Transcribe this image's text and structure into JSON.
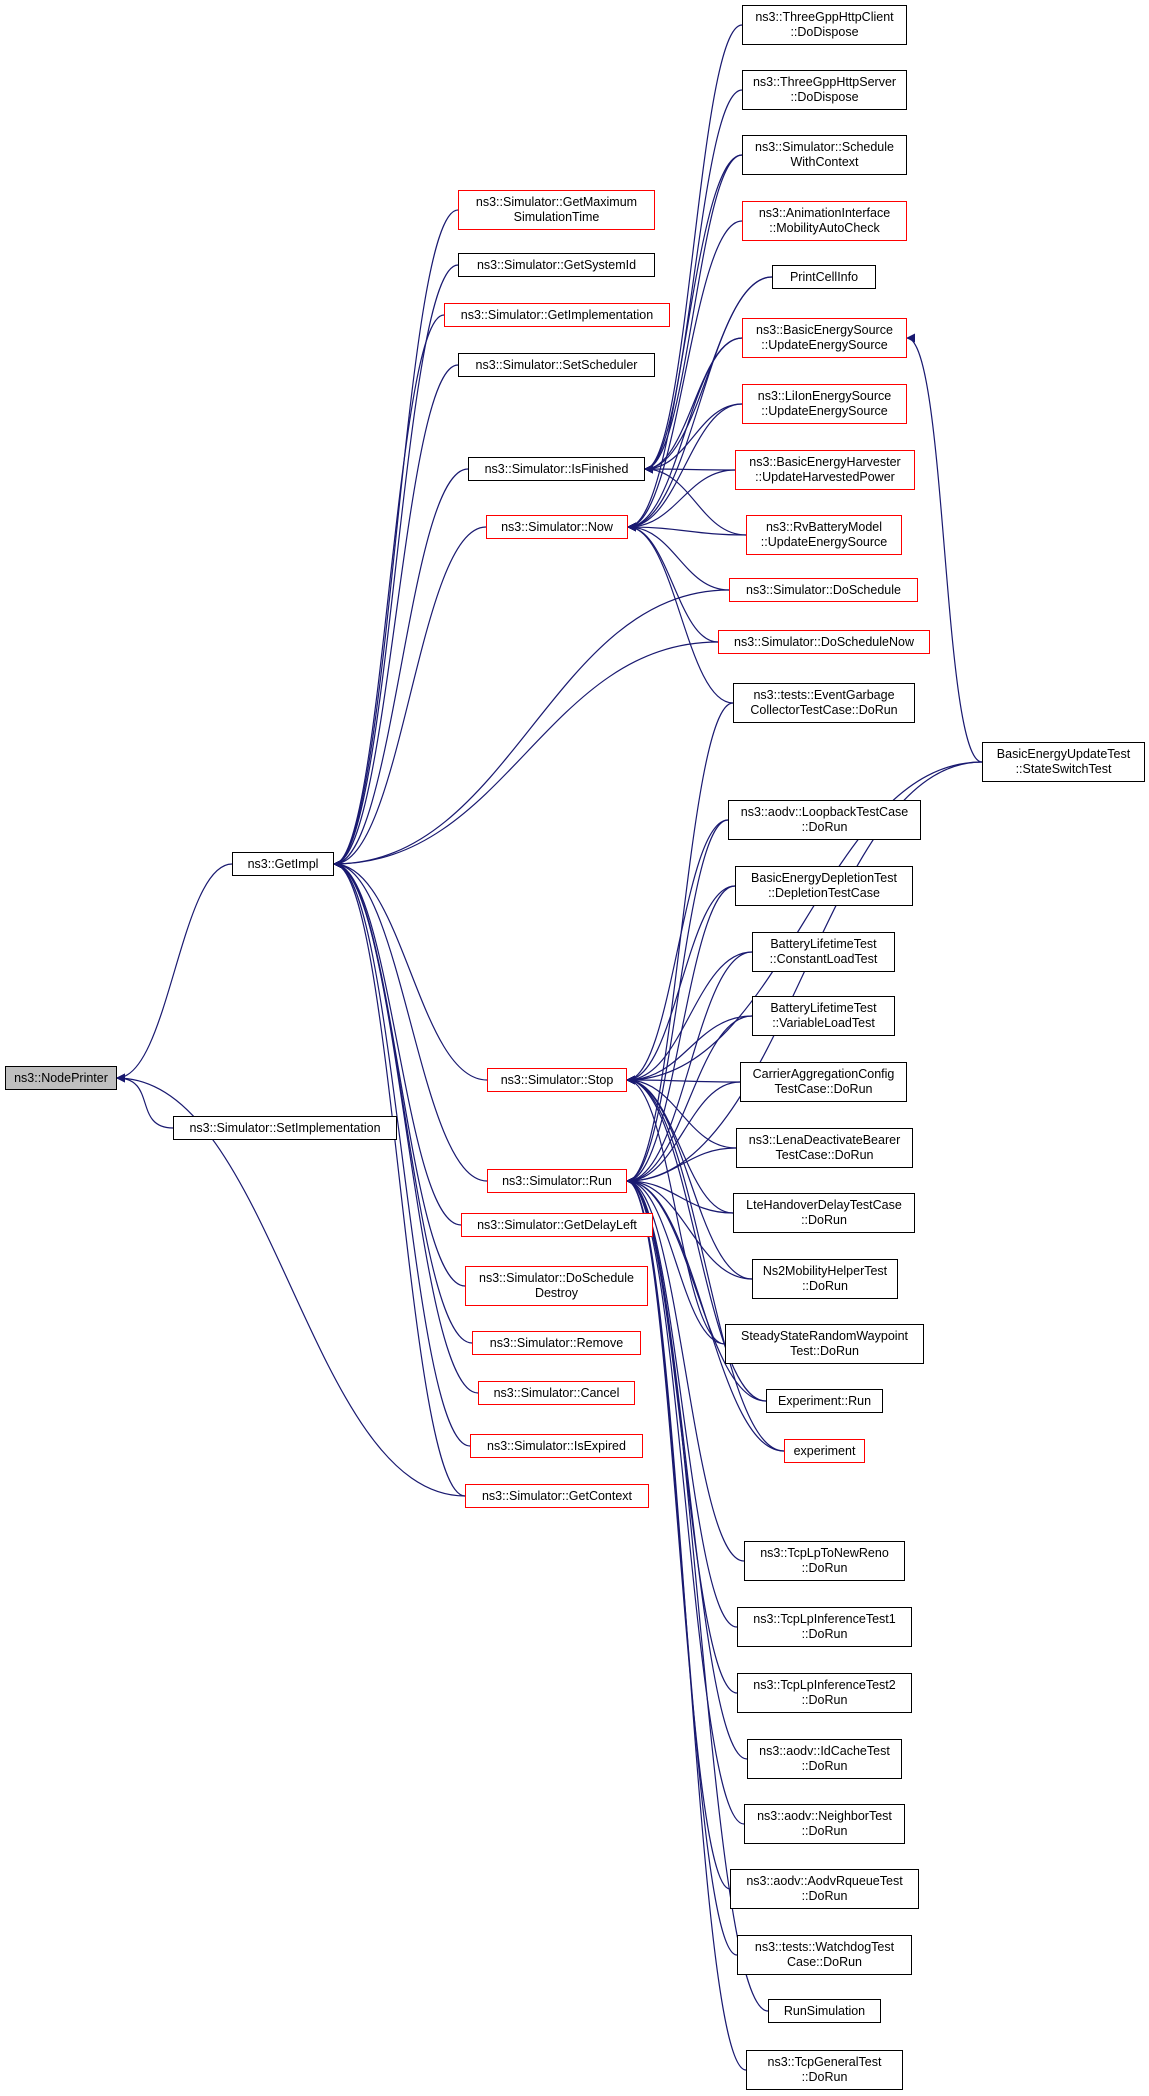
{
  "colors": {
    "edge": "#191970",
    "node_border": "#000000",
    "truncated_border": "#ff0000",
    "focus_fill": "#bfbfbf"
  },
  "nodes": [
    {
      "id": "nodeprinter",
      "label": [
        "ns3::NodePrinter"
      ],
      "status": "focus"
    },
    {
      "id": "getimpl",
      "label": [
        "ns3::GetImpl"
      ],
      "status": "normal"
    },
    {
      "id": "setimplementation",
      "label": [
        "ns3::Simulator::SetImplementation"
      ],
      "status": "normal"
    },
    {
      "id": "getmaximumsimulationtime",
      "label": [
        "ns3::Simulator::GetMaximum",
        "SimulationTime"
      ],
      "status": "truncated"
    },
    {
      "id": "getsystemid",
      "label": [
        "ns3::Simulator::GetSystemId"
      ],
      "status": "normal"
    },
    {
      "id": "getimplementation",
      "label": [
        "ns3::Simulator::GetImplementation"
      ],
      "status": "truncated"
    },
    {
      "id": "setscheduler",
      "label": [
        "ns3::Simulator::SetScheduler"
      ],
      "status": "normal"
    },
    {
      "id": "isfinished",
      "label": [
        "ns3::Simulator::IsFinished"
      ],
      "status": "normal"
    },
    {
      "id": "now",
      "label": [
        "ns3::Simulator::Now"
      ],
      "status": "truncated"
    },
    {
      "id": "stop",
      "label": [
        "ns3::Simulator::Stop"
      ],
      "status": "truncated"
    },
    {
      "id": "run",
      "label": [
        "ns3::Simulator::Run"
      ],
      "status": "truncated"
    },
    {
      "id": "getdelayleft",
      "label": [
        "ns3::Simulator::GetDelayLeft"
      ],
      "status": "truncated"
    },
    {
      "id": "doscheduledestroy",
      "label": [
        "ns3::Simulator::DoSchedule",
        "Destroy"
      ],
      "status": "truncated"
    },
    {
      "id": "remove",
      "label": [
        "ns3::Simulator::Remove"
      ],
      "status": "truncated"
    },
    {
      "id": "cancel",
      "label": [
        "ns3::Simulator::Cancel"
      ],
      "status": "truncated"
    },
    {
      "id": "isexpired",
      "label": [
        "ns3::Simulator::IsExpired"
      ],
      "status": "truncated"
    },
    {
      "id": "getcontext",
      "label": [
        "ns3::Simulator::GetContext"
      ],
      "status": "truncated"
    },
    {
      "id": "threegpphttpclient",
      "label": [
        "ns3::ThreeGppHttpClient",
        "::DoDispose"
      ],
      "status": "normal"
    },
    {
      "id": "threegpphttpserver",
      "label": [
        "ns3::ThreeGppHttpServer",
        "::DoDispose"
      ],
      "status": "normal"
    },
    {
      "id": "schedulewithcontext",
      "label": [
        "ns3::Simulator::Schedule",
        "WithContext"
      ],
      "status": "normal"
    },
    {
      "id": "mobilityautocheck",
      "label": [
        "ns3::AnimationInterface",
        "::MobilityAutoCheck"
      ],
      "status": "truncated"
    },
    {
      "id": "printcellinfo",
      "label": [
        "PrintCellInfo"
      ],
      "status": "normal"
    },
    {
      "id": "basicenergysource",
      "label": [
        "ns3::BasicEnergySource",
        "::UpdateEnergySource"
      ],
      "status": "truncated"
    },
    {
      "id": "lionenergysource",
      "label": [
        "ns3::LiIonEnergySource",
        "::UpdateEnergySource"
      ],
      "status": "truncated"
    },
    {
      "id": "basicenergyharvester",
      "label": [
        "ns3::BasicEnergyHarvester",
        "::UpdateHarvestedPower"
      ],
      "status": "truncated"
    },
    {
      "id": "rvbatterymodel",
      "label": [
        "ns3::RvBatteryModel",
        "::UpdateEnergySource"
      ],
      "status": "truncated"
    },
    {
      "id": "doschedule",
      "label": [
        "ns3::Simulator::DoSchedule"
      ],
      "status": "truncated"
    },
    {
      "id": "doschedulenow",
      "label": [
        "ns3::Simulator::DoScheduleNow"
      ],
      "status": "truncated"
    },
    {
      "id": "eventgarbage",
      "label": [
        "ns3::tests::EventGarbage",
        "CollectorTestCase::DoRun"
      ],
      "status": "normal"
    },
    {
      "id": "stateswitchtest",
      "label": [
        "BasicEnergyUpdateTest",
        "::StateSwitchTest"
      ],
      "status": "normal"
    },
    {
      "id": "loopbacktestcase",
      "label": [
        "ns3::aodv::LoopbackTestCase",
        "::DoRun"
      ],
      "status": "normal"
    },
    {
      "id": "depletiontestcase",
      "label": [
        "BasicEnergyDepletionTest",
        "::DepletionTestCase"
      ],
      "status": "normal"
    },
    {
      "id": "constantloadtest",
      "label": [
        "BatteryLifetimeTest",
        "::ConstantLoadTest"
      ],
      "status": "normal"
    },
    {
      "id": "variableloadtest",
      "label": [
        "BatteryLifetimeTest",
        "::VariableLoadTest"
      ],
      "status": "normal"
    },
    {
      "id": "carrieraggregation",
      "label": [
        "CarrierAggregationConfig",
        "TestCase::DoRun"
      ],
      "status": "normal"
    },
    {
      "id": "lenadeactivate",
      "label": [
        "ns3::LenaDeactivateBearer",
        "TestCase::DoRun"
      ],
      "status": "normal"
    },
    {
      "id": "ltehandover",
      "label": [
        "LteHandoverDelayTestCase",
        "::DoRun"
      ],
      "status": "normal"
    },
    {
      "id": "ns2mobility",
      "label": [
        "Ns2MobilityHelperTest",
        "::DoRun"
      ],
      "status": "normal"
    },
    {
      "id": "steadystate",
      "label": [
        "SteadyStateRandomWaypoint",
        "Test::DoRun"
      ],
      "status": "normal"
    },
    {
      "id": "experimentrun",
      "label": [
        "Experiment::Run"
      ],
      "status": "normal"
    },
    {
      "id": "experiment",
      "label": [
        "experiment"
      ],
      "status": "truncated"
    },
    {
      "id": "tcplptonewreno",
      "label": [
        "ns3::TcpLpToNewReno",
        "::DoRun"
      ],
      "status": "normal"
    },
    {
      "id": "tcplpinference1",
      "label": [
        "ns3::TcpLpInferenceTest1",
        "::DoRun"
      ],
      "status": "normal"
    },
    {
      "id": "tcplpinference2",
      "label": [
        "ns3::TcpLpInferenceTest2",
        "::DoRun"
      ],
      "status": "normal"
    },
    {
      "id": "idcachetest",
      "label": [
        "ns3::aodv::IdCacheTest",
        "::DoRun"
      ],
      "status": "normal"
    },
    {
      "id": "neighbortest",
      "label": [
        "ns3::aodv::NeighborTest",
        "::DoRun"
      ],
      "status": "normal"
    },
    {
      "id": "aodvrqueuetest",
      "label": [
        "ns3::aodv::AodvRqueueTest",
        "::DoRun"
      ],
      "status": "normal"
    },
    {
      "id": "watchdogtest",
      "label": [
        "ns3::tests::WatchdogTest",
        "Case::DoRun"
      ],
      "status": "normal"
    },
    {
      "id": "runsimulation",
      "label": [
        "RunSimulation"
      ],
      "status": "normal"
    },
    {
      "id": "tcpgeneraltest",
      "label": [
        "ns3::TcpGeneralTest",
        "::DoRun"
      ],
      "status": "normal"
    }
  ],
  "edges": [
    [
      "nodeprinter",
      "getimpl"
    ],
    [
      "nodeprinter",
      "setimplementation"
    ],
    [
      "nodeprinter",
      "getcontext"
    ],
    [
      "getimpl",
      "getmaximumsimulationtime"
    ],
    [
      "getimpl",
      "getsystemid"
    ],
    [
      "getimpl",
      "getimplementation"
    ],
    [
      "getimpl",
      "setscheduler"
    ],
    [
      "getimpl",
      "isfinished"
    ],
    [
      "getimpl",
      "now"
    ],
    [
      "getimpl",
      "doschedule"
    ],
    [
      "getimpl",
      "doschedulenow"
    ],
    [
      "getimpl",
      "stop"
    ],
    [
      "getimpl",
      "run"
    ],
    [
      "getimpl",
      "getdelayleft"
    ],
    [
      "getimpl",
      "doscheduledestroy"
    ],
    [
      "getimpl",
      "remove"
    ],
    [
      "getimpl",
      "cancel"
    ],
    [
      "getimpl",
      "isexpired"
    ],
    [
      "getimpl",
      "getcontext"
    ],
    [
      "isfinished",
      "threegpphttpclient"
    ],
    [
      "isfinished",
      "threegpphttpserver"
    ],
    [
      "isfinished",
      "schedulewithcontext"
    ],
    [
      "isfinished",
      "printcellinfo"
    ],
    [
      "isfinished",
      "basicenergysource"
    ],
    [
      "isfinished",
      "lionenergysource"
    ],
    [
      "isfinished",
      "basicenergyharvester"
    ],
    [
      "isfinished",
      "rvbatterymodel"
    ],
    [
      "now",
      "schedulewithcontext"
    ],
    [
      "now",
      "mobilityautocheck"
    ],
    [
      "now",
      "printcellinfo"
    ],
    [
      "now",
      "basicenergysource"
    ],
    [
      "now",
      "lionenergysource"
    ],
    [
      "now",
      "basicenergyharvester"
    ],
    [
      "now",
      "rvbatterymodel"
    ],
    [
      "now",
      "doschedule"
    ],
    [
      "now",
      "doschedulenow"
    ],
    [
      "now",
      "eventgarbage"
    ],
    [
      "basicenergysource",
      "stateswitchtest"
    ],
    [
      "stop",
      "stateswitchtest"
    ],
    [
      "stop",
      "loopbacktestcase"
    ],
    [
      "stop",
      "depletiontestcase"
    ],
    [
      "stop",
      "constantloadtest"
    ],
    [
      "stop",
      "variableloadtest"
    ],
    [
      "stop",
      "carrieraggregation"
    ],
    [
      "stop",
      "lenadeactivate"
    ],
    [
      "stop",
      "ltehandover"
    ],
    [
      "stop",
      "ns2mobility"
    ],
    [
      "stop",
      "steadystate"
    ],
    [
      "stop",
      "experimentrun"
    ],
    [
      "stop",
      "experiment"
    ],
    [
      "run",
      "eventgarbage"
    ],
    [
      "run",
      "loopbacktestcase"
    ],
    [
      "run",
      "depletiontestcase"
    ],
    [
      "run",
      "constantloadtest"
    ],
    [
      "run",
      "variableloadtest"
    ],
    [
      "run",
      "carrieraggregation"
    ],
    [
      "run",
      "lenadeactivate"
    ],
    [
      "run",
      "ltehandover"
    ],
    [
      "run",
      "ns2mobility"
    ],
    [
      "run",
      "steadystate"
    ],
    [
      "run",
      "experimentrun"
    ],
    [
      "run",
      "experiment"
    ],
    [
      "run",
      "stateswitchtest"
    ],
    [
      "run",
      "tcplptonewreno"
    ],
    [
      "run",
      "tcplpinference1"
    ],
    [
      "run",
      "tcplpinference2"
    ],
    [
      "run",
      "idcachetest"
    ],
    [
      "run",
      "neighbortest"
    ],
    [
      "run",
      "aodvrqueuetest"
    ],
    [
      "run",
      "watchdogtest"
    ],
    [
      "run",
      "runsimulation"
    ],
    [
      "run",
      "tcpgeneraltest"
    ]
  ]
}
